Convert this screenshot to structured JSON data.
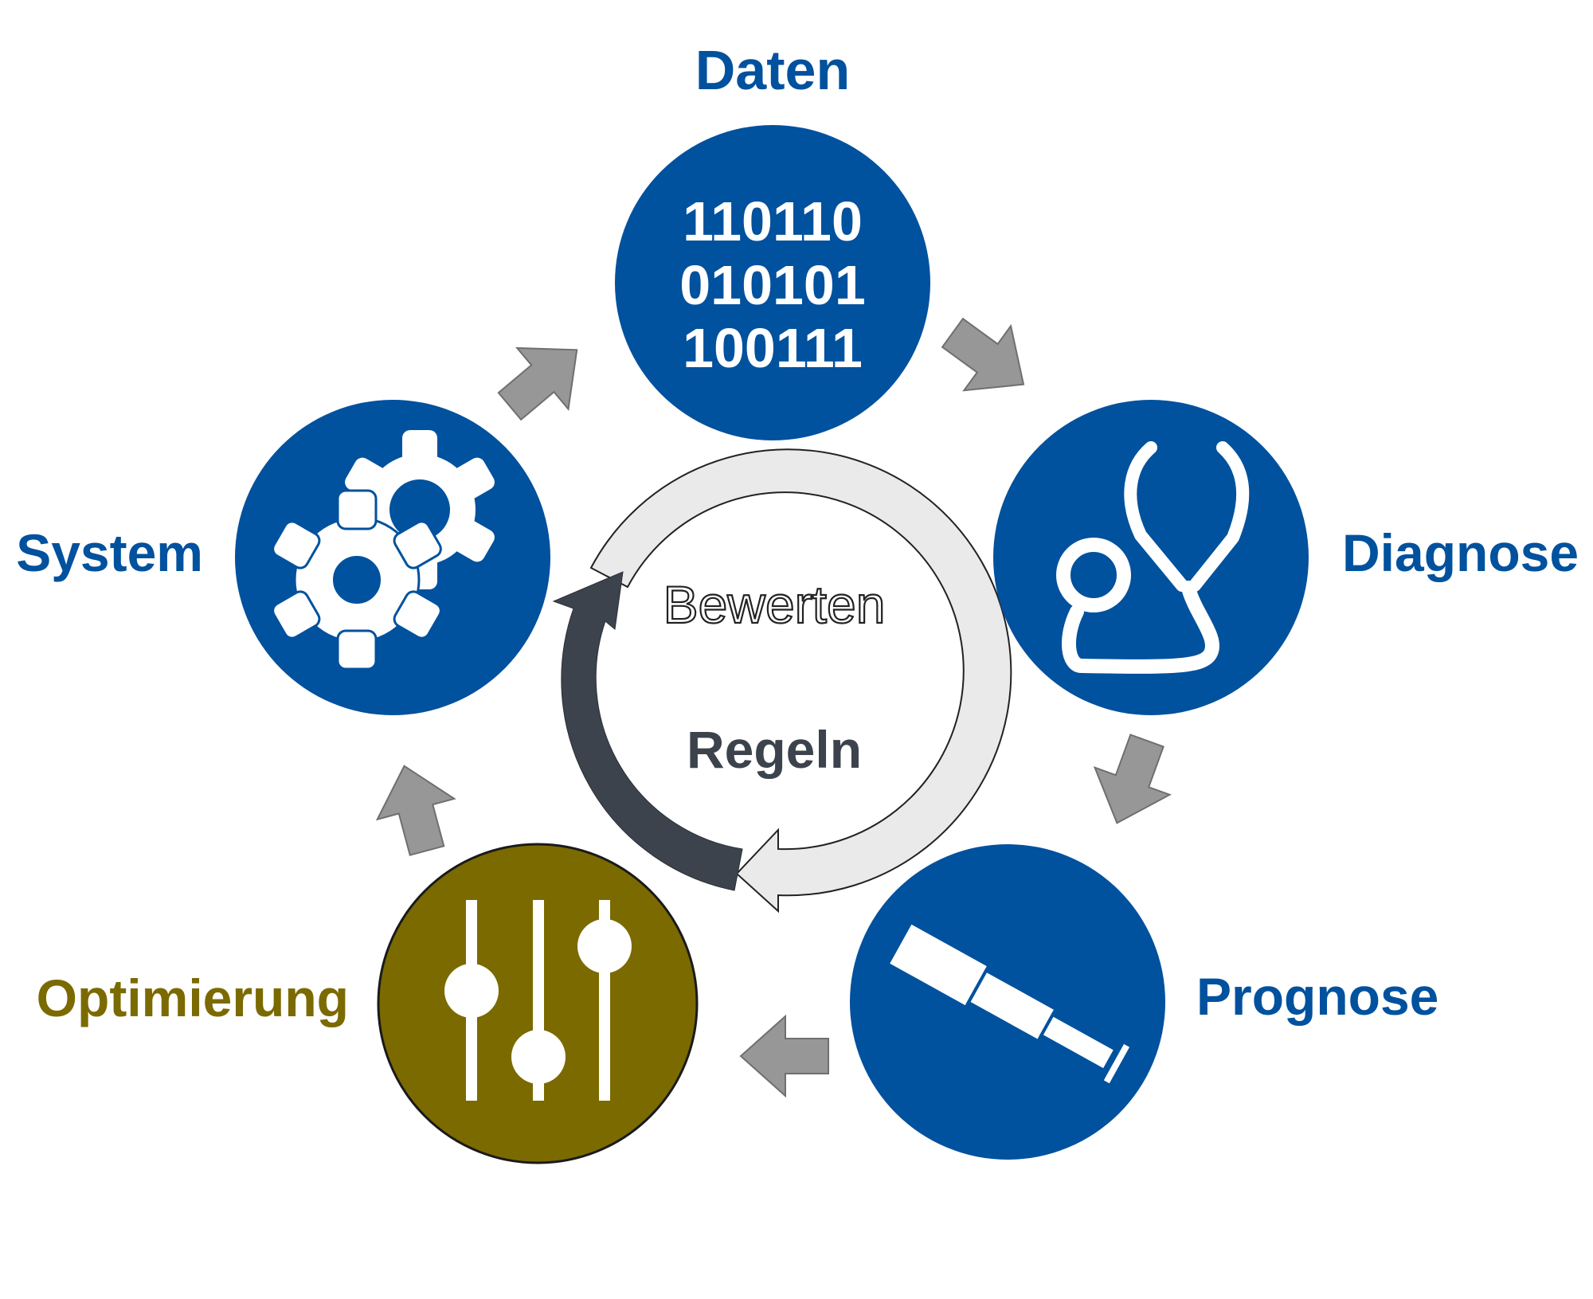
{
  "nodes": {
    "daten": {
      "label": "Daten",
      "binary": [
        "110110",
        "010101",
        "100111"
      ]
    },
    "diagnose": {
      "label": "Diagnose"
    },
    "prognose": {
      "label": "Prognose"
    },
    "optimierung": {
      "label": "Optimierung"
    },
    "system": {
      "label": "System"
    }
  },
  "center": {
    "outer_label": "Bewerten",
    "inner_label": "Regeln"
  },
  "icons": {
    "daten": "binary-digits",
    "diagnose": "stethoscope-icon",
    "prognose": "telescope-icon",
    "optimierung": "sliders-icon",
    "system": "gears-icon"
  },
  "colors": {
    "node_blue": "#00519E",
    "node_olive": "#7B6A00",
    "arrow_gray": "#979797",
    "ring_light": "#EAEAEB",
    "ring_dark": "#3C434C",
    "icon_white": "#FFFFFF"
  }
}
